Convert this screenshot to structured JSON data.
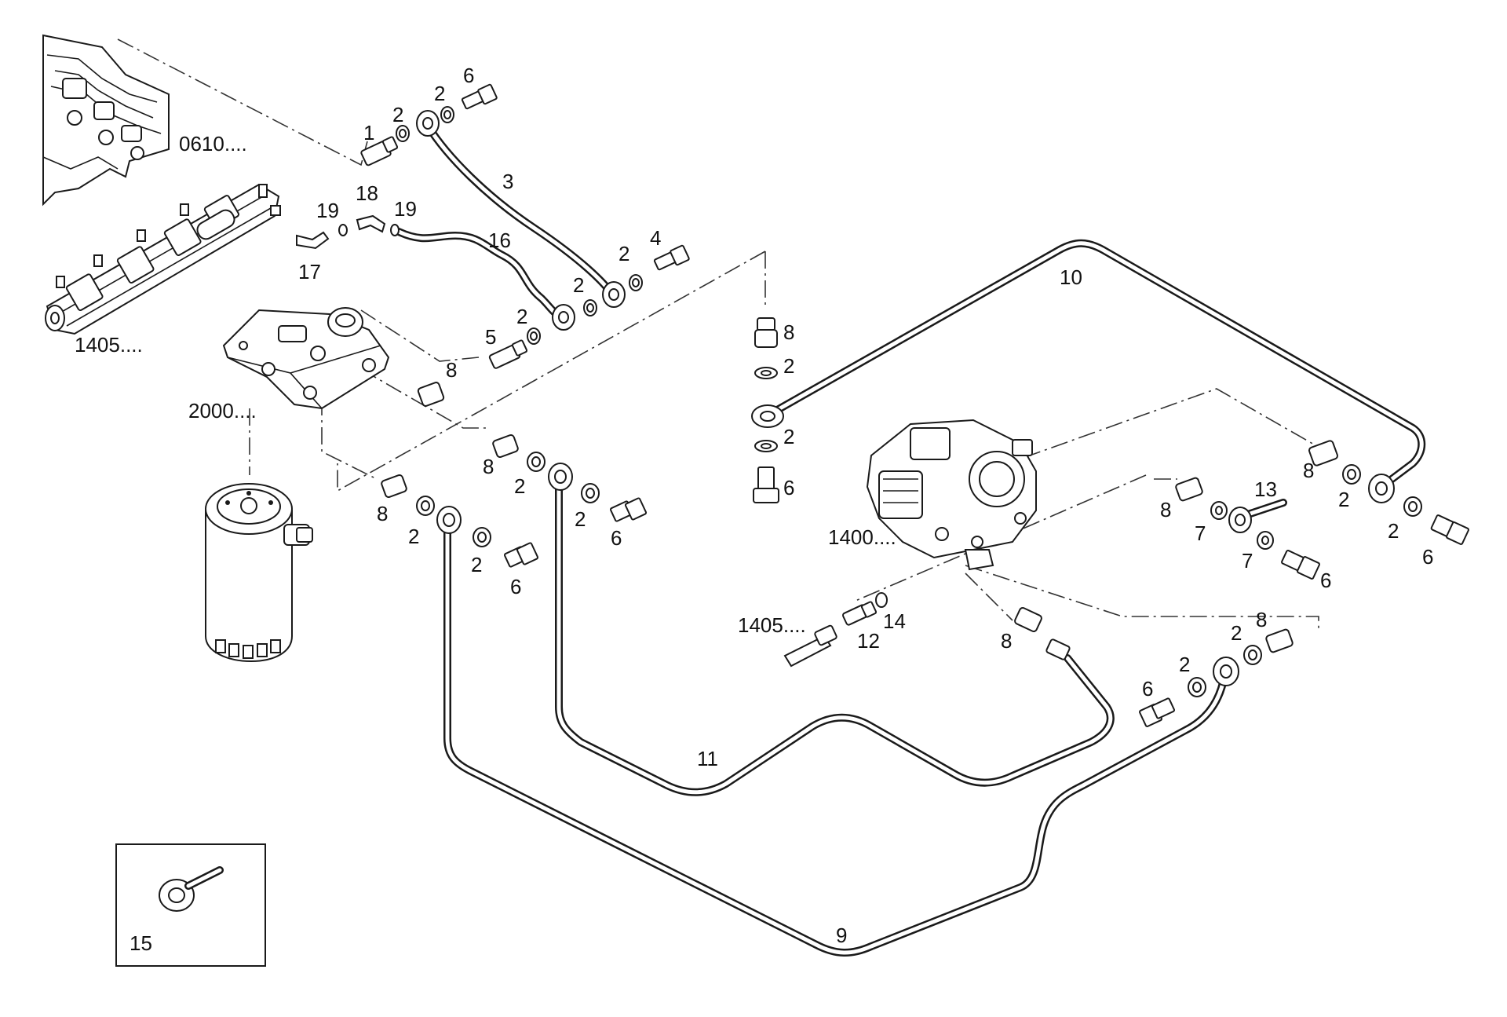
{
  "labels": {
    "ref_0610": "0610....",
    "ref_1405_rail": "1405....",
    "ref_2000": "2000....",
    "ref_1400": "1400....",
    "ref_1405_inj": "1405....",
    "p1": "1",
    "p2": "2",
    "p3": "3",
    "p4": "4",
    "p5": "5",
    "p6": "6",
    "p7": "7",
    "p8": "8",
    "p9": "9",
    "p10": "10",
    "p11": "11",
    "p12": "12",
    "p13": "13",
    "p14": "14",
    "p15": "15",
    "p16": "16",
    "p17": "17",
    "p18": "18",
    "p19": "19"
  }
}
